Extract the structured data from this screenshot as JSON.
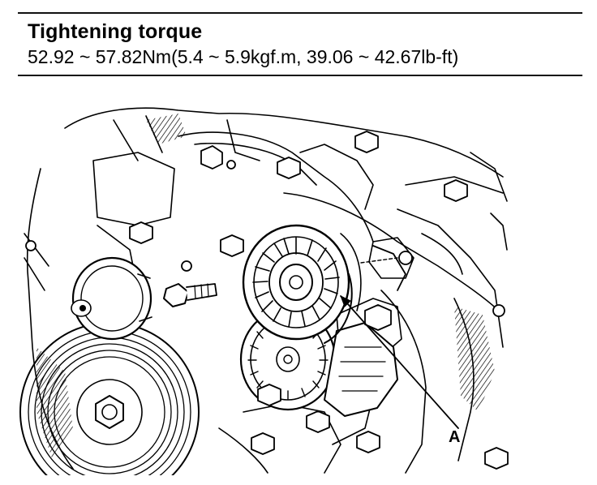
{
  "spec": {
    "title": "Tightening torque",
    "value": "52.92 ~ 57.82Nm(5.4 ~ 5.9kgf.m, 39.06 ~ 42.67lb-ft)"
  },
  "figure": {
    "callout_label": "A"
  }
}
